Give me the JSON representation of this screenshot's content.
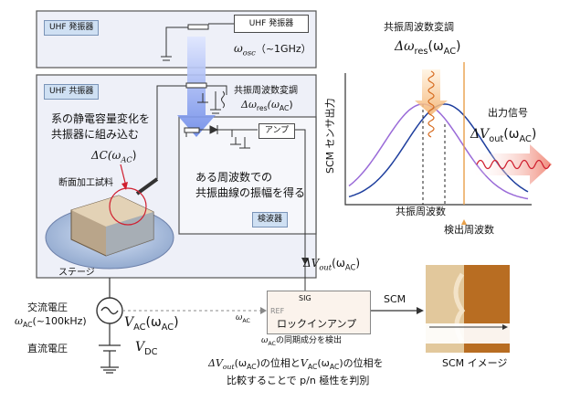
{
  "oscillator_panel": {
    "tag": "UHF 発振器",
    "box_label": "UHF 発振器",
    "freq_label": "ω",
    "freq_sub": "osc",
    "freq_note": "（~1GHz）"
  },
  "resonator_panel": {
    "tag": "UHF 共振器",
    "modulation_label": "共振周波数変調",
    "modulation_formula": "Δω",
    "modulation_sub": "res",
    "modulation_arg": "(ω",
    "modulation_arg_sub": "AC",
    "modulation_close": ")",
    "capacitance_note_line1": "系の静電容量変化を",
    "capacitance_note_line2": "共振器に組み込む",
    "delta_c": "ΔC(ω",
    "delta_c_sub": "AC",
    "delta_c_close": ")",
    "sample_label": "断面加工試料",
    "stage_label": "ステージ"
  },
  "detector_panel": {
    "amp_label": "アンプ",
    "desc_line1": "ある周波数での",
    "desc_line2": "共振曲線の振幅を得る",
    "box_label": "検波器"
  },
  "graph": {
    "title": "共振周波数変調",
    "title_formula": "Δω",
    "title_sub": "res",
    "title_arg": "(ω",
    "title_arg_sub": "AC",
    "title_close": ")",
    "ylabel": "SCM センサ出力",
    "xlabel": "共振周波数",
    "detect_label": "検出周波数",
    "output_label": "出力信号",
    "output_formula": "ΔV",
    "output_sub": "out",
    "output_arg": "(ω",
    "output_arg_sub": "AC",
    "output_close": ")",
    "colors": {
      "curve_a": "#9a6bd8",
      "curve_b": "#1f3f9e",
      "detect_line": "#e8a04a",
      "arrow": "#f08a7a"
    }
  },
  "signal_chain": {
    "vout_label": "ΔV",
    "vout_sub": "out",
    "vout_arg": "(ω",
    "vout_arg_sub": "AC",
    "vout_close": ")",
    "ac_label": "交流電圧",
    "ac_freq": "ω",
    "ac_freq_sub": "AC",
    "ac_freq_note": "(~100kHz)",
    "vac_label": "V",
    "vac_sub": "AC",
    "vac_arg": "(ω",
    "vac_arg_sub": "AC",
    "vac_close": ")",
    "dc_label": "直流電圧",
    "vdc_label": "V",
    "vdc_sub": "DC",
    "ref_omega": "ω",
    "ref_omega_sub": "AC",
    "lockin_sig": "SIG",
    "lockin_ref": "REF",
    "lockin_label": "ロックインアンプ",
    "sync_note": "の同期成分を検出",
    "sync_omega": "ω",
    "sync_omega_sub": "AC",
    "scm_arrow_label": "SCM",
    "scm_image_label": "SCM イメージ"
  },
  "footer": {
    "line1_a": "ΔV",
    "line1_a_sub": "out",
    "line1_a_arg": "(ω",
    "line1_a_arg_sub": "AC",
    "line1_a_close": ")",
    "line1_mid": "の位相と",
    "line1_b": "V",
    "line1_b_sub": "AC",
    "line1_b_arg": "(ω",
    "line1_b_arg_sub": "AC",
    "line1_b_close": ")",
    "line1_end": "の位相を",
    "line2": "比較することで p/n 極性を判別"
  }
}
